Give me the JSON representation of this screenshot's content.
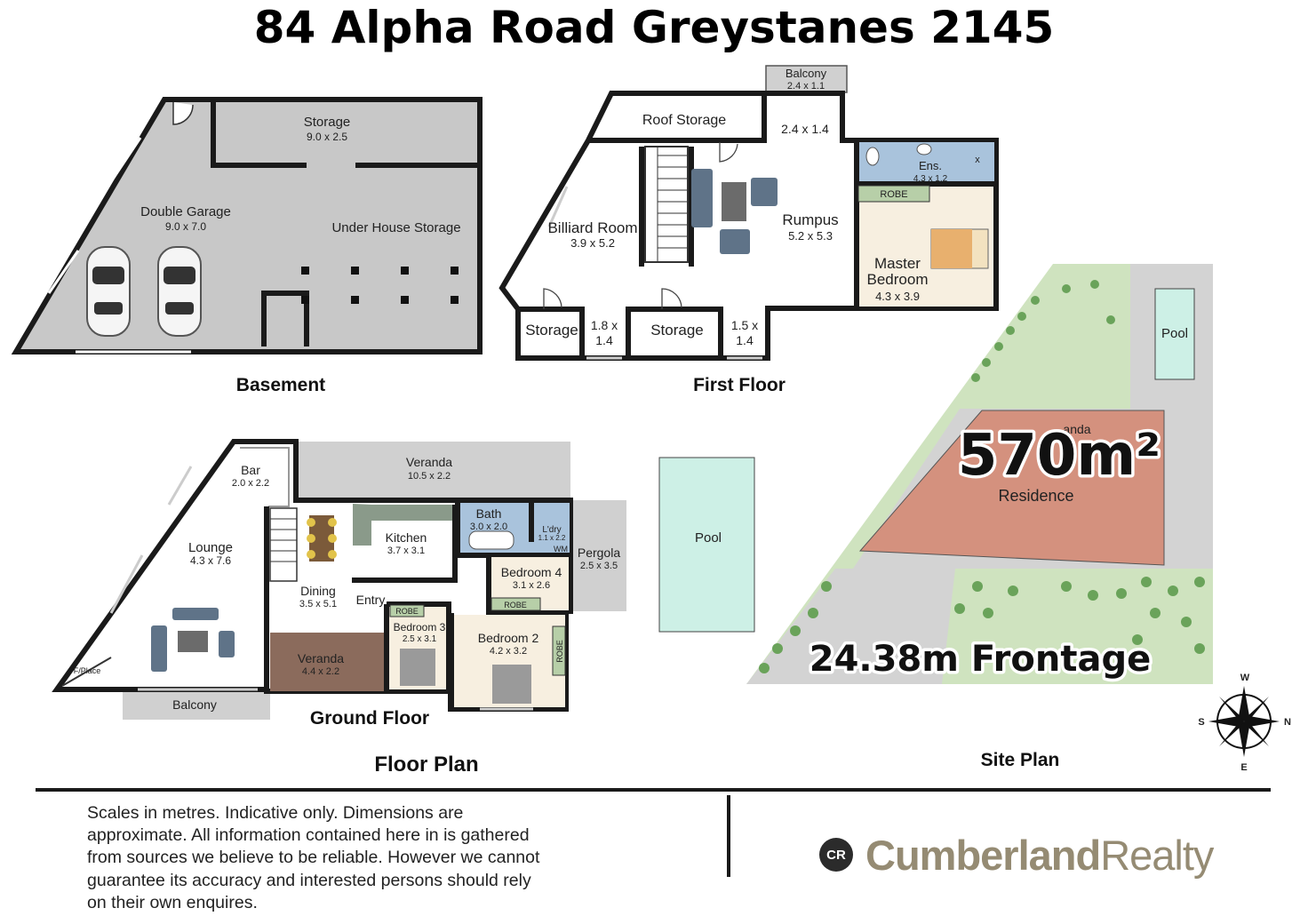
{
  "title": "84 Alpha Road Greystanes 2145",
  "sections": {
    "basement": "Basement",
    "first_floor": "First Floor",
    "ground_floor": "Ground Floor",
    "floor_plan": "Floor Plan",
    "site_plan": "Site Plan"
  },
  "basement": {
    "storage": {
      "name": "Storage",
      "dim": "9.0 x 2.5"
    },
    "garage": {
      "name": "Double Garage",
      "dim": "9.0 x 7.0"
    },
    "under_house": {
      "name": "Under House Storage"
    }
  },
  "first_floor": {
    "balcony": {
      "name": "Balcony",
      "dim": "2.4 x 1.1"
    },
    "roof_storage": {
      "name": "Roof Storage"
    },
    "landing_dim": "2.4 x 1.4",
    "ensuite": {
      "name": "Ens.",
      "dim": "4.3 x 1.2"
    },
    "robe": "ROBE",
    "billiard": {
      "name": "Billiard Room",
      "dim": "3.9 x 5.2"
    },
    "rumpus": {
      "name": "Rumpus",
      "dim": "5.2 x 5.3"
    },
    "master": {
      "name_line1": "Master",
      "name_line2": "Bedroom",
      "dim": "4.3 x 3.9"
    },
    "storage_a": "Storage",
    "storage_b": "Storage",
    "dim_a_line1": "1.8 x",
    "dim_a_line2": "1.4",
    "dim_b_line1": "1.5 x",
    "dim_b_line2": "1.4"
  },
  "ground_floor": {
    "bar": {
      "name": "Bar",
      "dim": "2.0 x 2.2"
    },
    "veranda_top": {
      "name": "Veranda",
      "dim": "10.5 x 2.2"
    },
    "bath": {
      "name": "Bath",
      "dim": "3.0 x 2.0"
    },
    "laundry": {
      "name": "L'dry",
      "dim": "1.1 x 2.2"
    },
    "wm": "WM",
    "lounge": {
      "name": "Lounge",
      "dim": "4.3 x 7.6"
    },
    "kitchen": {
      "name": "Kitchen",
      "dim": "3.7 x 3.1"
    },
    "pergola": {
      "name": "Pergola",
      "dim": "2.5 x 3.5"
    },
    "bedroom4": {
      "name": "Bedroom 4",
      "dim": "3.1 x 2.6"
    },
    "robe_b4": "ROBE",
    "dining": {
      "name": "Dining",
      "dim": "3.5 x 5.1"
    },
    "entry": "Entry",
    "robe_b3": "ROBE",
    "bedroom3": {
      "name": "Bedroom 3",
      "dim": "2.5 x 3.1"
    },
    "bedroom2": {
      "name": "Bedroom 2",
      "dim": "4.2 x 3.2"
    },
    "robe_b2": "ROBE",
    "veranda_front": {
      "name": "Veranda",
      "dim": "4.4 x 2.2"
    },
    "fireplace": "F/Place",
    "balcony": "Balcony"
  },
  "site": {
    "pool_left": "Pool",
    "pool_right": "Pool",
    "veranda_partial": "anda",
    "area": "570m²",
    "residence": "Residence",
    "frontage": "24.38m Frontage",
    "compass": {
      "w": "W",
      "s": "S",
      "n": "N",
      "e": "E"
    }
  },
  "disclaimer": "Scales in metres. Indicative only. Dimensions are approximate. All information contained here in is gathered from sources we believe to be reliable. However we cannot guarantee its accuracy and interested persons should rely on their own enquires.",
  "logo": {
    "badge": "CR",
    "word1": "Cumberland",
    "word2": " Realty"
  },
  "colors": {
    "wall": "#1a1a1a",
    "floor": "#c8c8c8",
    "grass": "#cfe3bf",
    "pool": "#cdf0e6",
    "residence": "#d4917e",
    "wood": "#8b6b5c",
    "logo": "#958b73"
  }
}
